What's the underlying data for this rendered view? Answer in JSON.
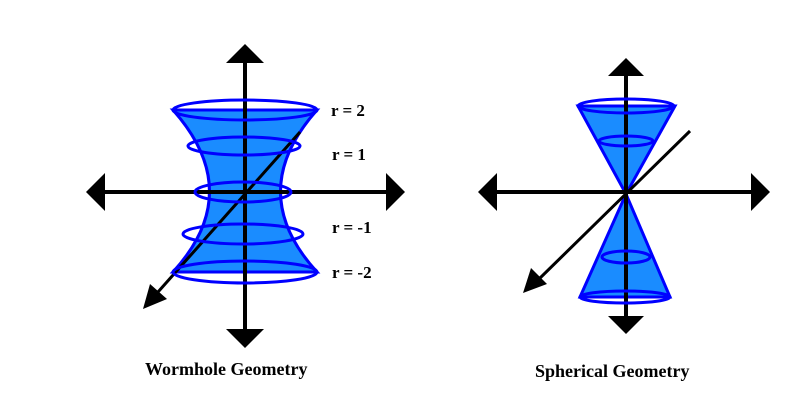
{
  "wormhole": {
    "caption": "Wormhole Geometry",
    "radius_labels": [
      "r = 2",
      "r = 1",
      "r = -1",
      "r = -2"
    ]
  },
  "spherical": {
    "caption": "Spherical Geometry"
  },
  "colors": {
    "fill": "#1a8cff",
    "stroke": "#0000ff",
    "axis": "#000000",
    "background": "#ffffff"
  }
}
